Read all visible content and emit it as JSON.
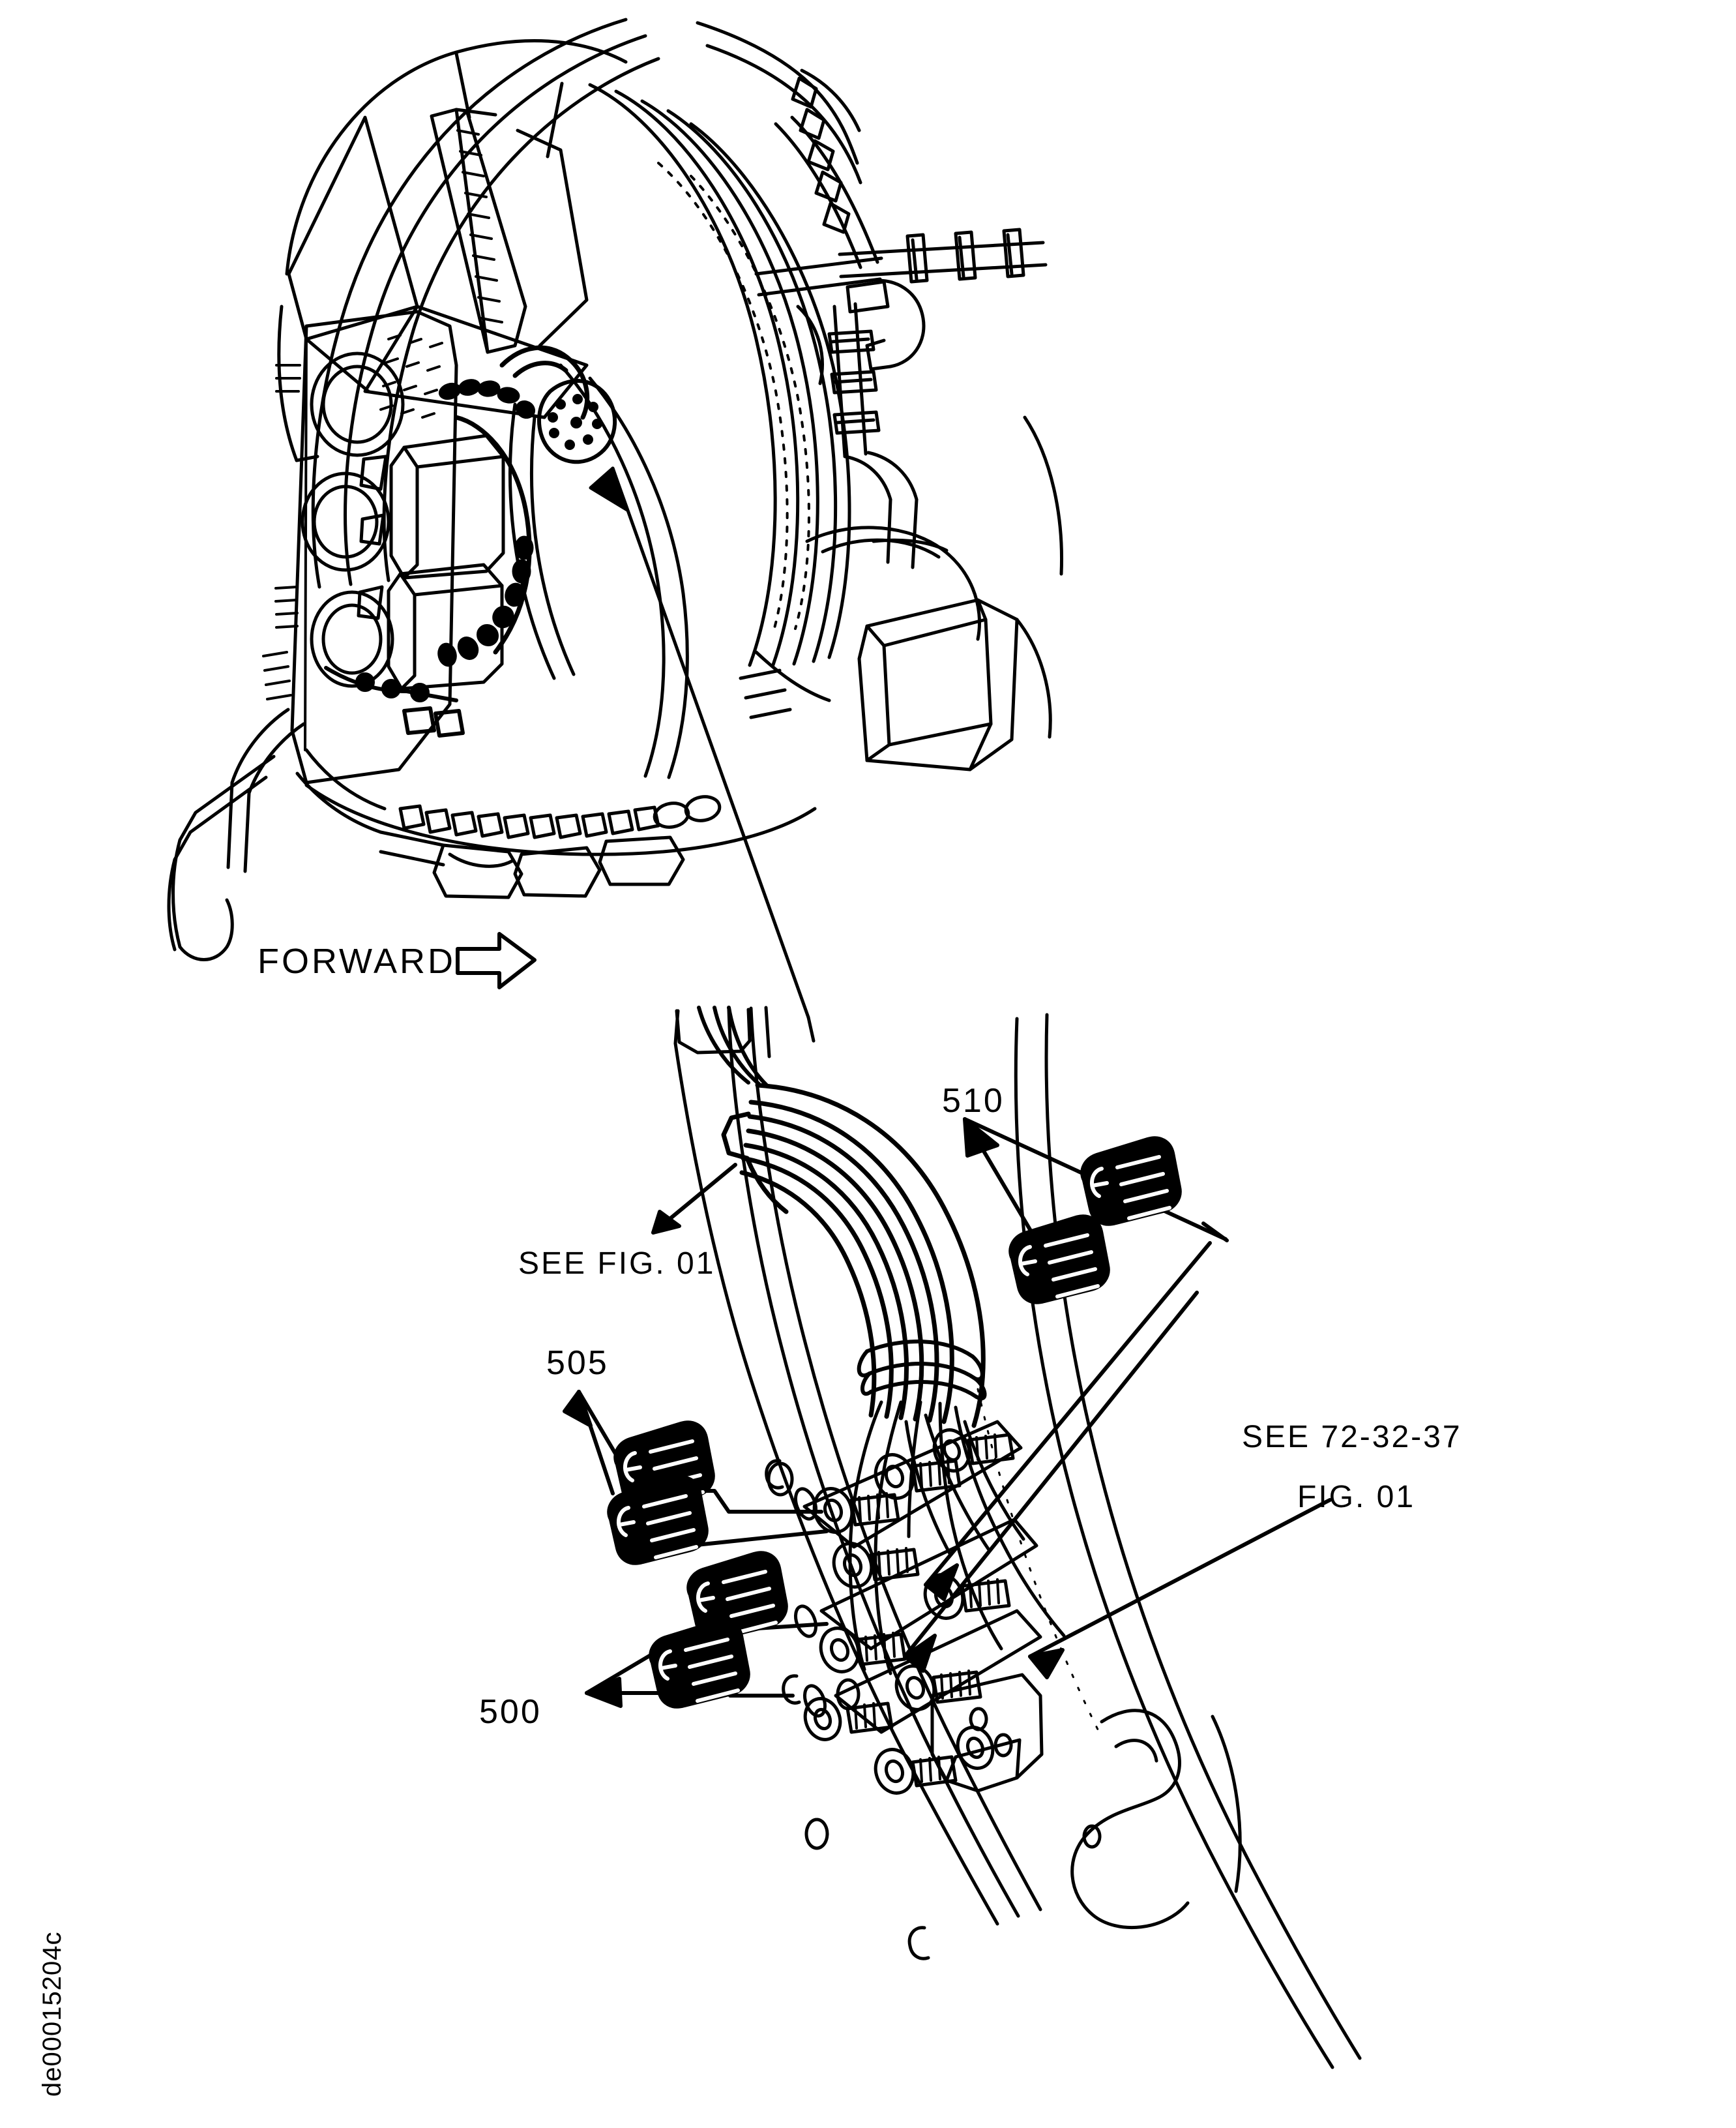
{
  "document": {
    "type": "aircraft-maintenance-illustration",
    "figure_id": "de00015204c",
    "description": "Engine fan case wire harness electrical connector installation — exploded detail view"
  },
  "labels": {
    "forward": "FORWARD",
    "see_fig_01": "SEE  FIG. 01",
    "callout_510": "510",
    "callout_505": "505",
    "callout_500": "500",
    "see_ref_line1": "SEE  72-32-37",
    "see_ref_line2": "FIG. 01"
  },
  "callouts": [
    {
      "number": "510",
      "name": "protective-cap",
      "quantity_shown": 2
    },
    {
      "number": "505",
      "name": "protective-cap",
      "quantity_shown": 2
    },
    {
      "number": "500",
      "name": "protective-cap",
      "quantity_shown": 2
    }
  ],
  "references": [
    {
      "label": "SEE  FIG. 01",
      "target": "FIG. 01"
    },
    {
      "label": "SEE  72-32-37",
      "target": "72-32-37 FIG. 01"
    }
  ],
  "colors": {
    "line": "#000000",
    "background": "#ffffff"
  },
  "views": {
    "overview": {
      "name": "engine-fan-case-overview",
      "position": "top"
    },
    "detail": {
      "name": "harness-connector-detail",
      "position": "bottom"
    }
  },
  "icons": {
    "forward_arrow": "arrow-right-outline"
  }
}
